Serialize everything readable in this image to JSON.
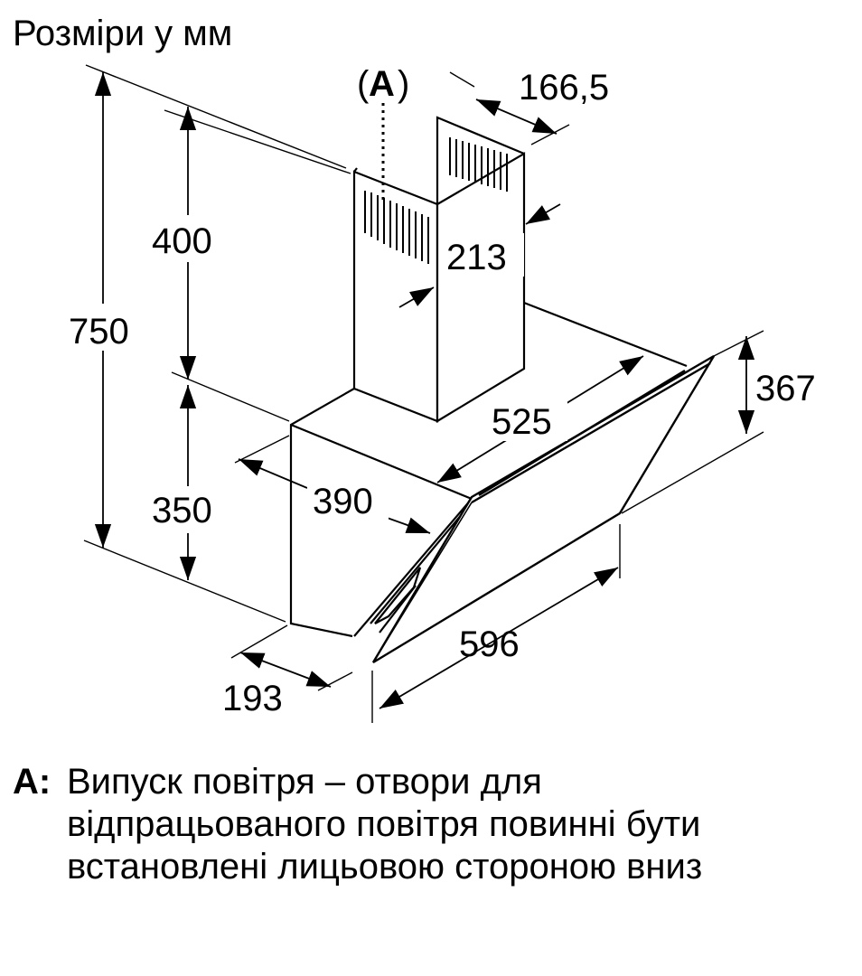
{
  "title": "Розміри у мм",
  "callout": {
    "open": "(",
    "letter": "A",
    "close": ")"
  },
  "dimensions": {
    "overall_height": "750",
    "chimney_height": "400",
    "body_height": "350",
    "chimney_width": "166,5",
    "chimney_depth": "213",
    "width": "525",
    "depth_top": "390",
    "depth_bottom": "193",
    "canopy_width": "596",
    "canopy_height": "367"
  },
  "legend": {
    "key": "A:",
    "lines": [
      "Випуск повітря – отвори для",
      "відпрацьованого повітря повинні бути",
      "встановлені лицьовою стороною вниз"
    ]
  },
  "colors": {
    "line": "#000000",
    "background": "#ffffff"
  }
}
